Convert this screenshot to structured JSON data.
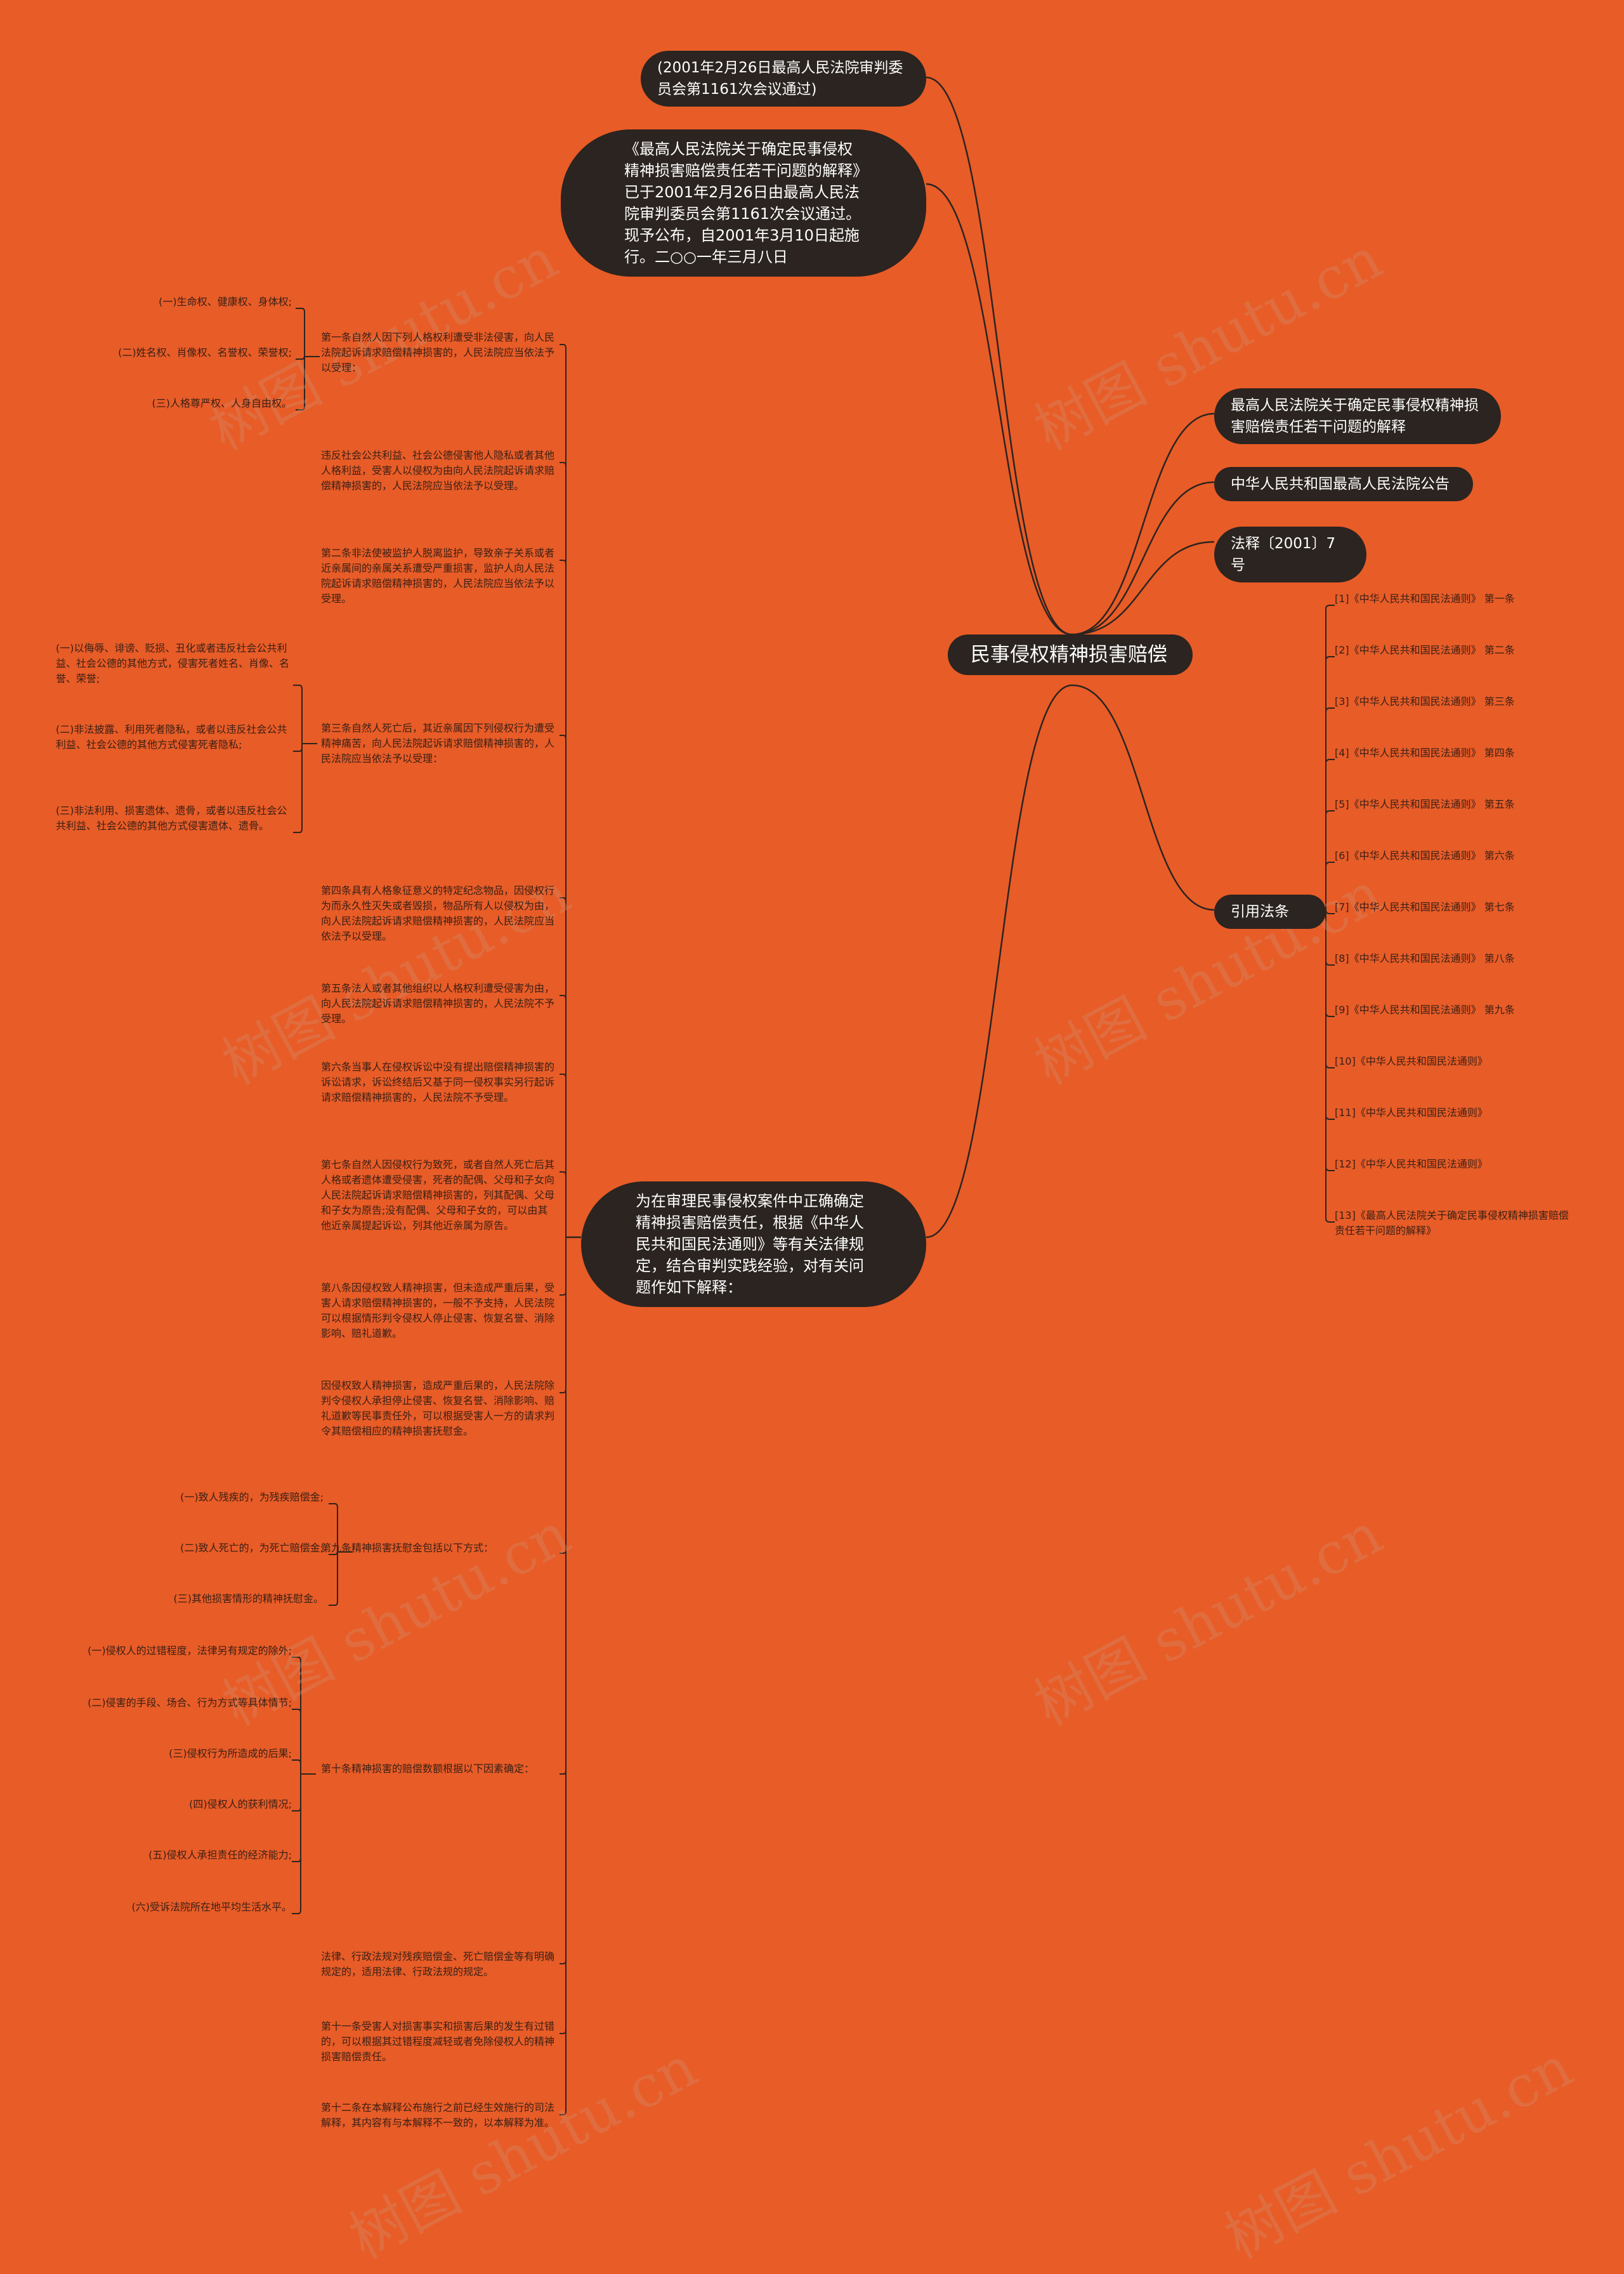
{
  "root": "民事侵权精神损害赔偿",
  "top_pills": [
    "(2001年2月26日最高人民法院审判委员会第1161次会议通过)",
    "《最高人民法院关于确定民事侵权精神损害赔偿责任若干问题的解释》已于2001年2月26日由最高人民法院审判委员会第1161次会议通过。现予公布，自2001年3月10日起施行。二○○一年三月八日"
  ],
  "right_pills": [
    "最高人民法院关于确定民事侵权精神损害赔偿责任若干问题的解释",
    "中华人民共和国最高人民法院公告",
    "法释〔2001〕7号"
  ],
  "refs_label": "引用法条",
  "refs": [
    "[1]《中华人民共和国民法通则》 第一条",
    "[2]《中华人民共和国民法通则》 第二条",
    "[3]《中华人民共和国民法通则》 第三条",
    "[4]《中华人民共和国民法通则》 第四条",
    "[5]《中华人民共和国民法通则》 第五条",
    "[6]《中华人民共和国民法通则》 第六条",
    "[7]《中华人民共和国民法通则》 第七条",
    "[8]《中华人民共和国民法通则》 第八条",
    "[9]《中华人民共和国民法通则》 第九条",
    "[10]《中华人民共和国民法通则》",
    "[11]《中华人民共和国民法通则》",
    "[12]《中华人民共和国民法通则》",
    "[13]《最高人民法院关于确定民事侵权精神损害赔偿责任若干问题的解释》"
  ],
  "main_pill": "为在审理民事侵权案件中正确确定精神损害赔偿责任，根据《中华人民共和国民法通则》等有关法律规定，结合审判实践经验，对有关问题作如下解释：",
  "articles": [
    "第一条自然人因下列人格权利遭受非法侵害，向人民法院起诉请求赔偿精神损害的，人民法院应当依法予以受理：",
    "违反社会公共利益、社会公德侵害他人隐私或者其他人格利益，受害人以侵权为由向人民法院起诉请求赔偿精神损害的，人民法院应当依法予以受理。",
    "第二条非法使被监护人脱离监护，导致亲子关系或者近亲属间的亲属关系遭受严重损害，监护人向人民法院起诉请求赔偿精神损害的，人民法院应当依法予以受理。",
    "第三条自然人死亡后，其近亲属因下列侵权行为遭受精神痛苦，向人民法院起诉请求赔偿精神损害的，人民法院应当依法予以受理：",
    "第四条具有人格象征意义的特定纪念物品，因侵权行为而永久性灭失或者毁损，物品所有人以侵权为由，向人民法院起诉请求赔偿精神损害的，人民法院应当依法予以受理。",
    "第五条法人或者其他组织以人格权利遭受侵害为由，向人民法院起诉请求赔偿精神损害的，人民法院不予受理。",
    "第六条当事人在侵权诉讼中没有提出赔偿精神损害的诉讼请求，诉讼终结后又基于同一侵权事实另行起诉请求赔偿精神损害的，人民法院不予受理。",
    "第七条自然人因侵权行为致死，或者自然人死亡后其人格或者遗体遭受侵害，死者的配偶、父母和子女向人民法院起诉请求赔偿精神损害的，列其配偶、父母和子女为原告;没有配偶、父母和子女的，可以由其他近亲属提起诉讼，列其他近亲属为原告。",
    "第八条因侵权致人精神损害，但未造成严重后果，受害人请求赔偿精神损害的，一般不予支持，人民法院可以根据情形判令侵权人停止侵害、恢复名誉、消除影响、赔礼道歉。",
    "因侵权致人精神损害，造成严重后果的，人民法院除判令侵权人承担停止侵害、恢复名誉、消除影响、赔礼道歉等民事责任外，可以根据受害人一方的请求判令其赔偿相应的精神损害抚慰金。",
    "第九条精神损害抚慰金包括以下方式：",
    "第十条精神损害的赔偿数额根据以下因素确定：",
    "法律、行政法规对残疾赔偿金、死亡赔偿金等有明确规定的，适用法律、行政法规的规定。",
    "第十一条受害人对损害事实和损害后果的发生有过错的，可以根据其过错程度减轻或者免除侵权人的精神损害赔偿责任。",
    "第十二条在本解释公布施行之前已经生效施行的司法解释，其内容有与本解释不一致的，以本解释为准。"
  ],
  "sub_art1": [
    "(一)生命权、健康权、身体权;",
    "(二)姓名权、肖像权、名誉权、荣誉权;",
    "(三)人格尊严权、人身自由权。"
  ],
  "sub_art3": [
    "(一)以侮辱、诽谤、贬损、丑化或者违反社会公共利益、社会公德的其他方式，侵害死者姓名、肖像、名誉、荣誉;",
    "(二)非法披露、利用死者隐私，或者以违反社会公共利益、社会公德的其他方式侵害死者隐私;",
    "(三)非法利用、损害遗体、遗骨，或者以违反社会公共利益、社会公德的其他方式侵害遗体、遗骨。"
  ],
  "sub_art9": [
    "(一)致人残疾的，为残疾赔偿金;",
    "(二)致人死亡的，为死亡赔偿金;",
    "(三)其他损害情形的精神抚慰金。"
  ],
  "sub_art10": [
    "(一)侵权人的过错程度，法律另有规定的除外;",
    "(二)侵害的手段、场合、行为方式等具体情节;",
    "(三)侵权行为所造成的后果;",
    "(四)侵权人的获利情况;",
    "(五)侵权人承担责任的经济能力;",
    "(六)受诉法院所在地平均生活水平。"
  ],
  "watermark": "树图 shutu.cn",
  "colors": {
    "background": "#E85C27",
    "pill": "#2B2420",
    "line": "#2B2420",
    "text": "#3A2016"
  }
}
